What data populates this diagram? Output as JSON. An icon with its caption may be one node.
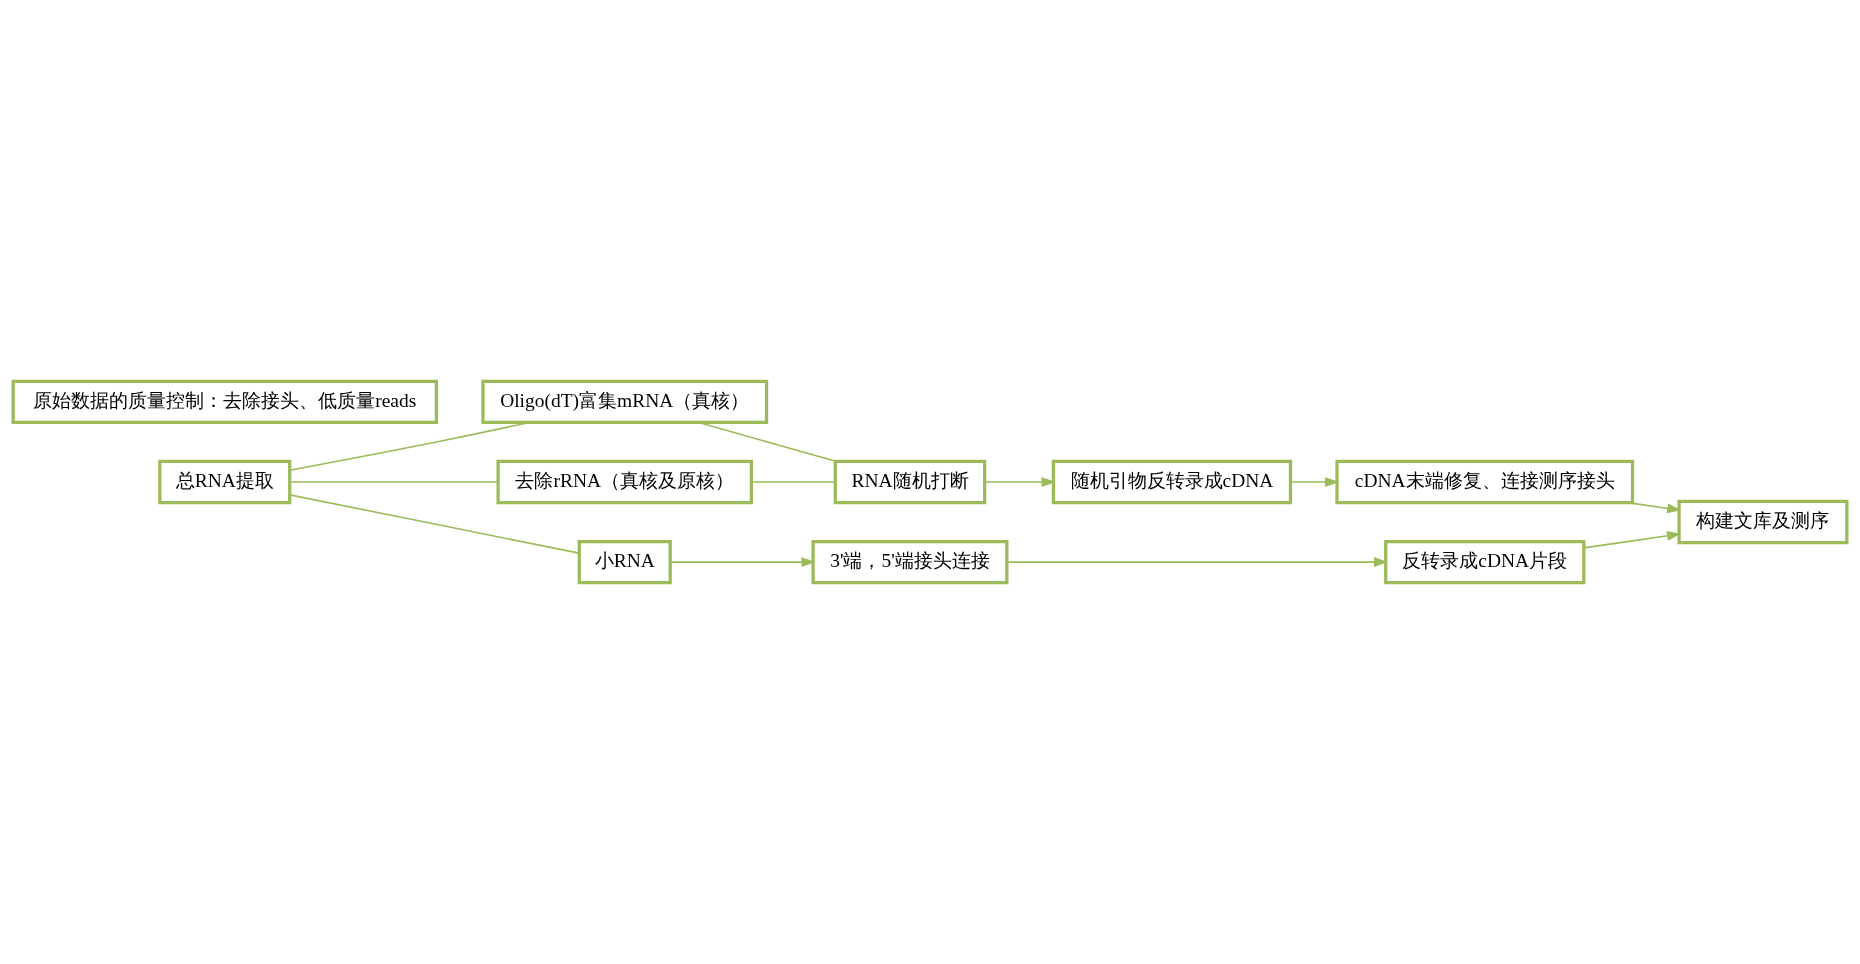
{
  "diagram": {
    "nodes": [
      {
        "text": [
          "总RNA提取"
        ]
      },
      {
        "text": [
          "Oligo(dT)富集mRNA（真核）"
        ]
      },
      {
        "text": [
          "去除rRNA（真核及原核）"
        ]
      },
      {
        "text": [
          "小RNA"
        ]
      },
      {
        "text": [
          "RNA随机打断"
        ]
      },
      {
        "text": [
          "随机引物反转录成cDNA"
        ]
      },
      {
        "text": [
          "cDNA末端修复、连接测序接头"
        ]
      },
      {
        "text": [
          "3'端，5'端接头连接"
        ]
      },
      {
        "text": [
          "反转录成cDNA片段"
        ]
      },
      {
        "text": [
          "构建文库及测序"
        ]
      },
      {
        "text": [
          "原始数据的质量控制：去除接头、低质量reads"
        ]
      }
    ],
    "edges": [
      {
        "from": 0,
        "to": 1,
        "arrow": "none"
      },
      {
        "from": 0,
        "to": 2,
        "arrow": "none"
      },
      {
        "from": 0,
        "to": 3,
        "arrow": "none"
      },
      {
        "from": 1,
        "to": 4,
        "arrow": "none"
      },
      {
        "from": 2,
        "to": 4,
        "arrow": "none"
      },
      {
        "from": 4,
        "to": 5,
        "arrow": "to"
      },
      {
        "from": 5,
        "to": 6,
        "arrow": "to"
      },
      {
        "from": 3,
        "to": 7,
        "arrow": "to"
      },
      {
        "from": 7,
        "to": 8,
        "arrow": "to"
      },
      {
        "from": 6,
        "to": 9,
        "arrow": "to"
      },
      {
        "from": 8,
        "to": 9,
        "arrow": "to"
      }
    ]
  }
}
